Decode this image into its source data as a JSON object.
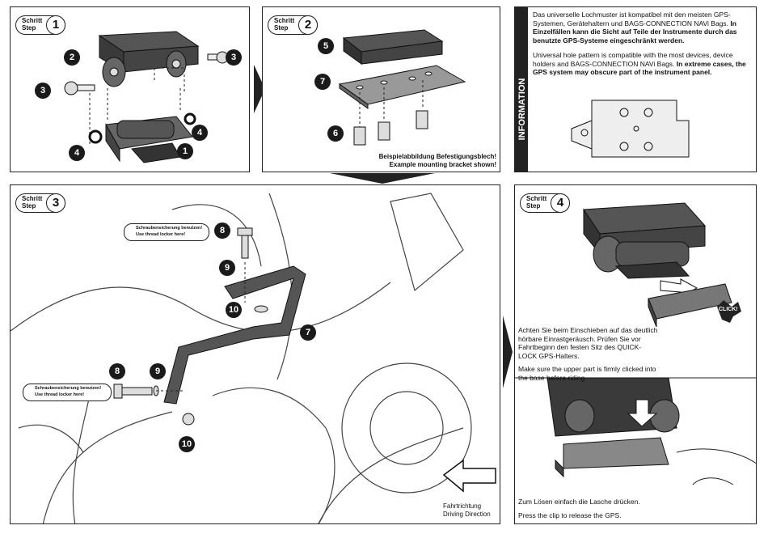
{
  "step_label_de": "Schritt",
  "step_label_en": "Step",
  "panel1": {
    "step": "1",
    "callouts": [
      "2",
      "3",
      "3",
      "4",
      "4",
      "1"
    ]
  },
  "panel2": {
    "step": "2",
    "callouts": [
      "5",
      "7",
      "6"
    ],
    "note_de": "Beispielabbildung Befestigungsblech!",
    "note_en": "Example mounting bracket shown!"
  },
  "info": {
    "heading": "INFORMATION",
    "para1_de": "Das universelle Lochmuster ist kompatibel mit den meisten GPS-Systemen, Gerätehaltern und BAGS-CONNECTION NAVi Bags.",
    "para1_de_bold": "In Einzelfällen kann die Sicht auf Teile der Instrumente durch das benutzte GPS-Systeme eingeschränkt werden.",
    "para2_en": "Universal hole pattern is compatible with the most devices, device holders and BAGS-CONNECTION NAVi Bags.",
    "para2_en_bold": "In extreme cases, the GPS system may obscure part of the instrument panel."
  },
  "panel3": {
    "step": "3",
    "callouts": [
      "8",
      "9",
      "10",
      "7",
      "8",
      "9",
      "10"
    ],
    "locker_de": "Schraubensicherung benutzen!",
    "locker_en": "Use thread locker here!",
    "direction_de": "Fahrtrichtung",
    "direction_en": "Driving Direction"
  },
  "panel4": {
    "step": "4",
    "click_label": "CLICK!",
    "text1_de": "Achten Sie beim Einschieben auf das deutlich hörbare Einrastgeräusch. Prüfen Sie vor Fahrtbeginn den festen Sitz des QUICK-LOCK GPS-Halters.",
    "text1_en": "Make sure the upper part is firmly clicked into the base before riding.",
    "text2_de": "Zum Lösen einfach die Lasche drücken.",
    "text2_en": "Press the clip to release the GPS."
  }
}
